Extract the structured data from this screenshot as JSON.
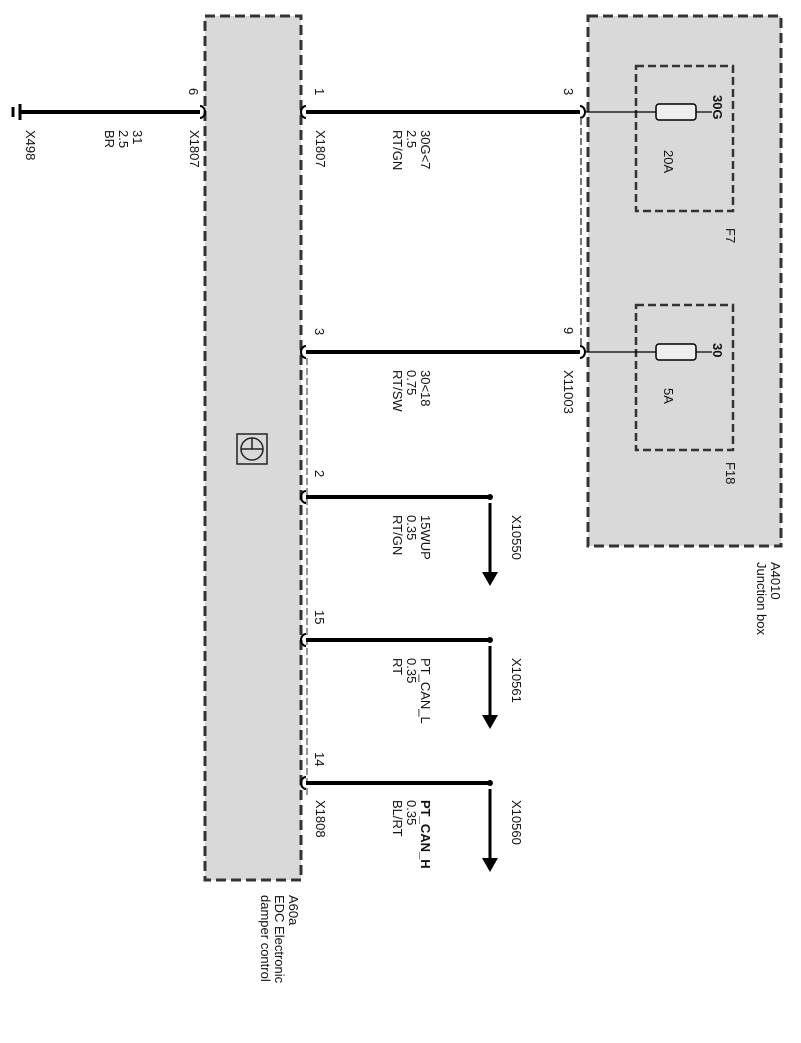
{
  "modules": {
    "edc": {
      "id": "A60a",
      "name_line1": "EDC Electronic",
      "name_line2": "damper control"
    },
    "junction_box": {
      "id": "A4010",
      "name": "Junction box"
    }
  },
  "fuses": {
    "f7": {
      "id": "F7",
      "terminal": "30G",
      "rating": "20A"
    },
    "f18": {
      "id": "F18",
      "terminal": "30",
      "rating": "5A"
    }
  },
  "ground": {
    "connector": "X498",
    "terminal": "31",
    "size": "2.5",
    "color": "BR"
  },
  "ground_pin": {
    "pin": "6",
    "connector": "X1807"
  },
  "wires": {
    "w1": {
      "pin": "1",
      "connector": "X1807",
      "signal": "30G<7",
      "size": "2.5",
      "color": "RT/GN",
      "jb_pin": "3"
    },
    "w3": {
      "pin": "3",
      "signal": "30<18",
      "size": "0.75",
      "color": "RT/SW",
      "jb_pin": "9",
      "jb_connector": "X11003"
    },
    "w2": {
      "pin": "2",
      "signal": "15WUP",
      "size": "0.35",
      "color": "RT/GN",
      "dest": "X10550"
    },
    "w15": {
      "pin": "15",
      "signal": "PT_CAN_L",
      "size": "0.35",
      "color": "RT",
      "dest": "X10561"
    },
    "w14": {
      "pin": "14",
      "connector": "X1808",
      "signal": "PT_CAN_H",
      "size": "0.35",
      "color": "BL/RT",
      "dest": "X10560"
    }
  },
  "colors": {
    "module_fill": "#d9d9d9",
    "wire": "#000000",
    "dash": "#333333"
  }
}
